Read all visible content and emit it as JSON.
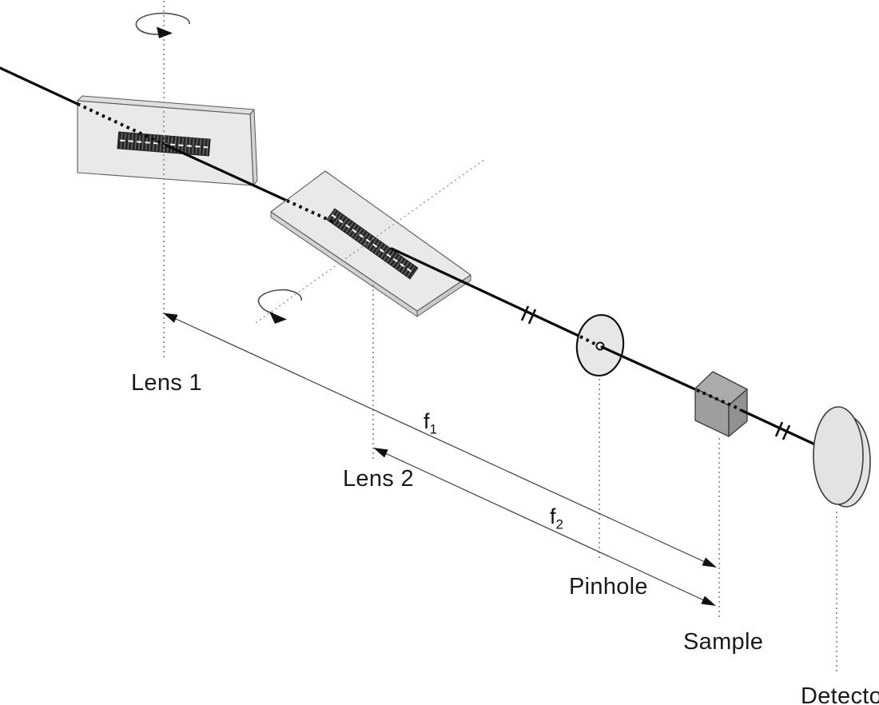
{
  "diagram": {
    "kind": "optical-setup-schematic",
    "labels": {
      "lens1": "Lens 1",
      "lens2": "Lens 2",
      "pinhole": "Pinhole",
      "sample": "Sample",
      "detector": "Detector",
      "focal1": {
        "main": "f",
        "sub": "1"
      },
      "focal2": {
        "main": "f",
        "sub": "2"
      }
    },
    "colors": {
      "background": "#ffffff",
      "beam": "#0a0a0a",
      "plate_fill": "#e9e9e8",
      "plate_top_edge": "#dededd",
      "plate_side_edge": "#d2d2d1",
      "plate_stroke": "#59595c",
      "grating_dark": "#262626",
      "grating_light": "#6e6e6e",
      "pinhole_fill": "#e7e7e6",
      "cube_top": "#ababab",
      "cube_left": "#9e9e9e",
      "cube_right": "#919191",
      "detector_fill": "#e3e3e2",
      "outline": "#1a1a1a",
      "dimension_line": "#3d3d3d",
      "axis_dots": "#8c8c8c",
      "text": "#1a1a1a"
    }
  }
}
